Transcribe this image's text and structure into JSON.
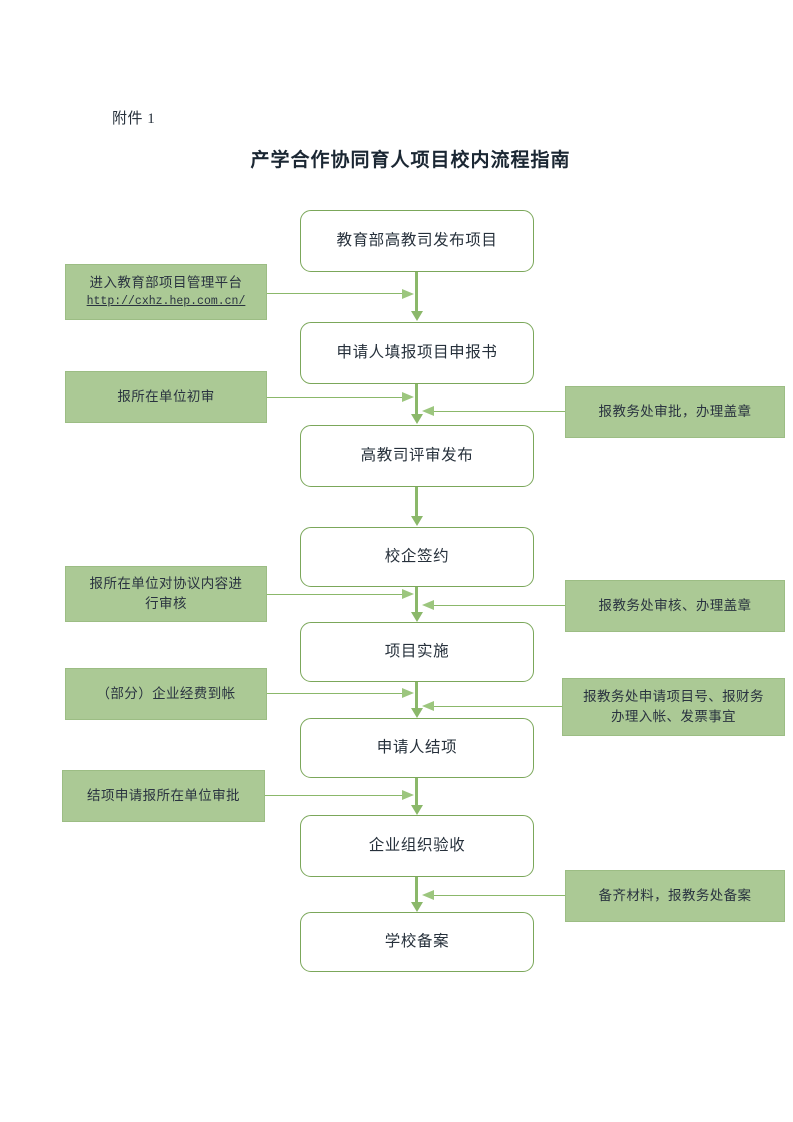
{
  "document": {
    "attachment_label": "附件 1",
    "title": "产学合作协同育人项目校内流程指南"
  },
  "colors": {
    "node_border": "#7ba75a",
    "node_fill": "#ffffff",
    "sidebox_fill": "#abc995",
    "sidebox_border": "#9cbd84",
    "connector": "#8bb86a",
    "text": "#26303b"
  },
  "flow": {
    "nodes": [
      {
        "id": "step-1",
        "label": "教育部高教司发布项目"
      },
      {
        "id": "step-2",
        "label": "申请人填报项目申报书"
      },
      {
        "id": "step-3",
        "label": "高教司评审发布"
      },
      {
        "id": "step-4",
        "label": "校企签约"
      },
      {
        "id": "step-5",
        "label": "项目实施"
      },
      {
        "id": "step-6",
        "label": "申请人结项"
      },
      {
        "id": "step-7",
        "label": "企业组织验收"
      },
      {
        "id": "step-8",
        "label": "学校备案"
      }
    ],
    "left_notes": [
      {
        "id": "left-note-1",
        "line1": "进入教育部项目管理平台",
        "url": "http://cxhz.hep.com.cn/"
      },
      {
        "id": "left-note-2",
        "line1": "报所在单位初审"
      },
      {
        "id": "left-note-3",
        "line1": "报所在单位对协议内容进",
        "line2": "行审核"
      },
      {
        "id": "left-note-4",
        "line1": "（部分）企业经费到帐"
      },
      {
        "id": "left-note-5",
        "line1": "结项申请报所在单位审批"
      }
    ],
    "right_notes": [
      {
        "id": "right-note-1",
        "line1": "报教务处审批，办理盖章"
      },
      {
        "id": "right-note-2",
        "line1": "报教务处审核、办理盖章"
      },
      {
        "id": "right-note-3",
        "line1": "报教务处申请项目号、报财务",
        "line2": "办理入帐、发票事宜"
      },
      {
        "id": "right-note-4",
        "line1": "备齐材料，报教务处备案"
      }
    ]
  }
}
